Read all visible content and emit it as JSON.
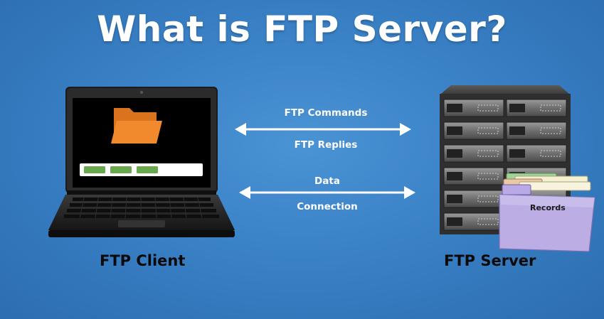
{
  "title": "What is FTP Server?",
  "client": {
    "caption": "FTP Client"
  },
  "server": {
    "caption": "FTP Server",
    "folder_label": "Records"
  },
  "channels": {
    "control": {
      "top_label": "FTP Commands",
      "bottom_label": "FTP Replies"
    },
    "data": {
      "top_label": "Data",
      "bottom_label": "Connection"
    }
  },
  "colors": {
    "background": "#3a81c6",
    "folder_orange": "#f08a2c",
    "progress_green": "#6aa84f",
    "folder_purple": "#b7a9df"
  }
}
